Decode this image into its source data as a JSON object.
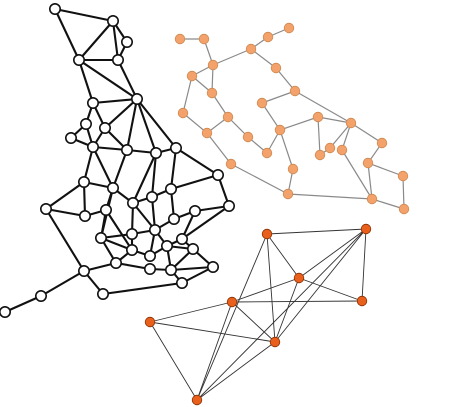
{
  "diagram": {
    "graphs": [
      {
        "name": "black-mesh-graph",
        "node_fill": "#ffffff",
        "node_stroke": "#111111",
        "edge_color": "#111111"
      },
      {
        "name": "light-orange-graph",
        "node_fill": "#f2a26a",
        "node_stroke": "#d08850",
        "edge_color": "#8a8a8a"
      },
      {
        "name": "dark-orange-graph",
        "node_fill": "#e8601c",
        "node_stroke": "#8a3000",
        "edge_color": "#333333"
      }
    ]
  }
}
